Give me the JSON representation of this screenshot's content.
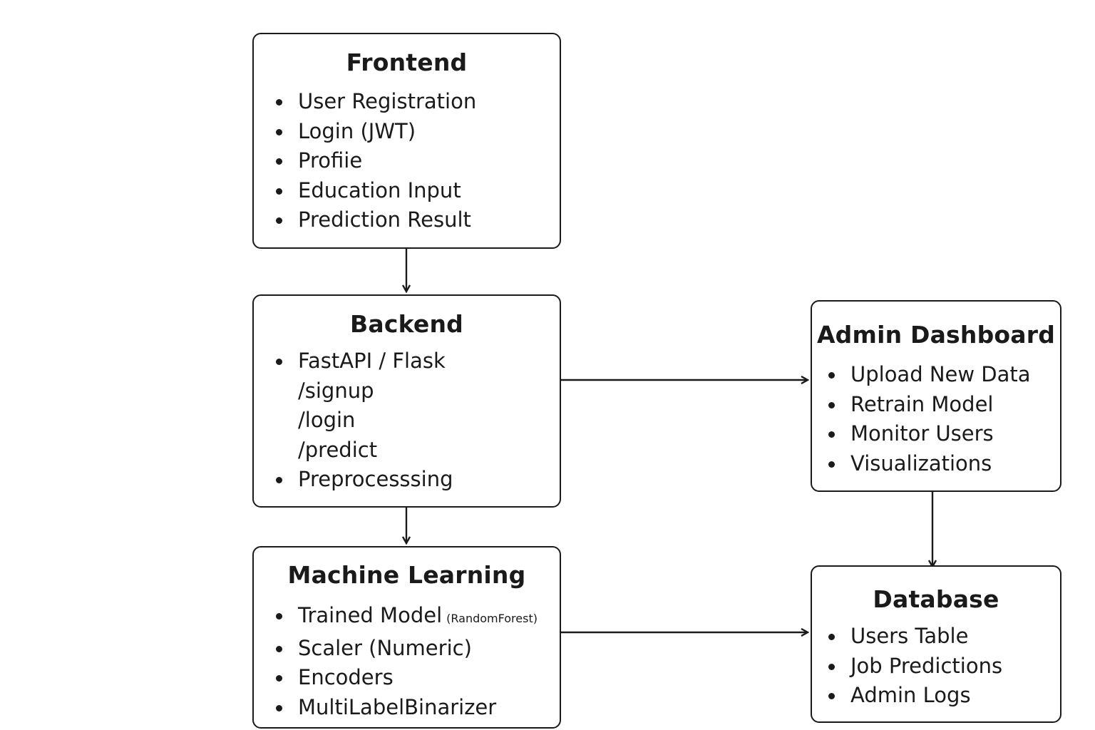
{
  "frontend": {
    "title": "Frontend",
    "items": [
      "User Registration",
      "Login (JWT)",
      "Profiie",
      "Education Input",
      "Prediction Result"
    ]
  },
  "backend": {
    "title": "Backend",
    "items": [
      "FastAPI / Flask",
      "/signup",
      "/login",
      "/predict",
      "Preprocesssing"
    ]
  },
  "machine_learning": {
    "title": "Machine Learning",
    "item_0": "Trained Model",
    "item_0_note": "(RandomForest)",
    "items": [
      "Scaler (Numeric)",
      "Encoders",
      "MultiLabelBinarizer"
    ]
  },
  "admin_dashboard": {
    "title": "Admin Dashboard",
    "items": [
      "Upload New Data",
      "Retrain Model",
      "Monitor Users",
      "Visualizations"
    ]
  },
  "database": {
    "title": "Database",
    "items": [
      "Users Table",
      "Job Predictions",
      "Admin Logs"
    ]
  },
  "colors": {
    "stroke": "#1a1a1a",
    "background": "#ffffff"
  }
}
